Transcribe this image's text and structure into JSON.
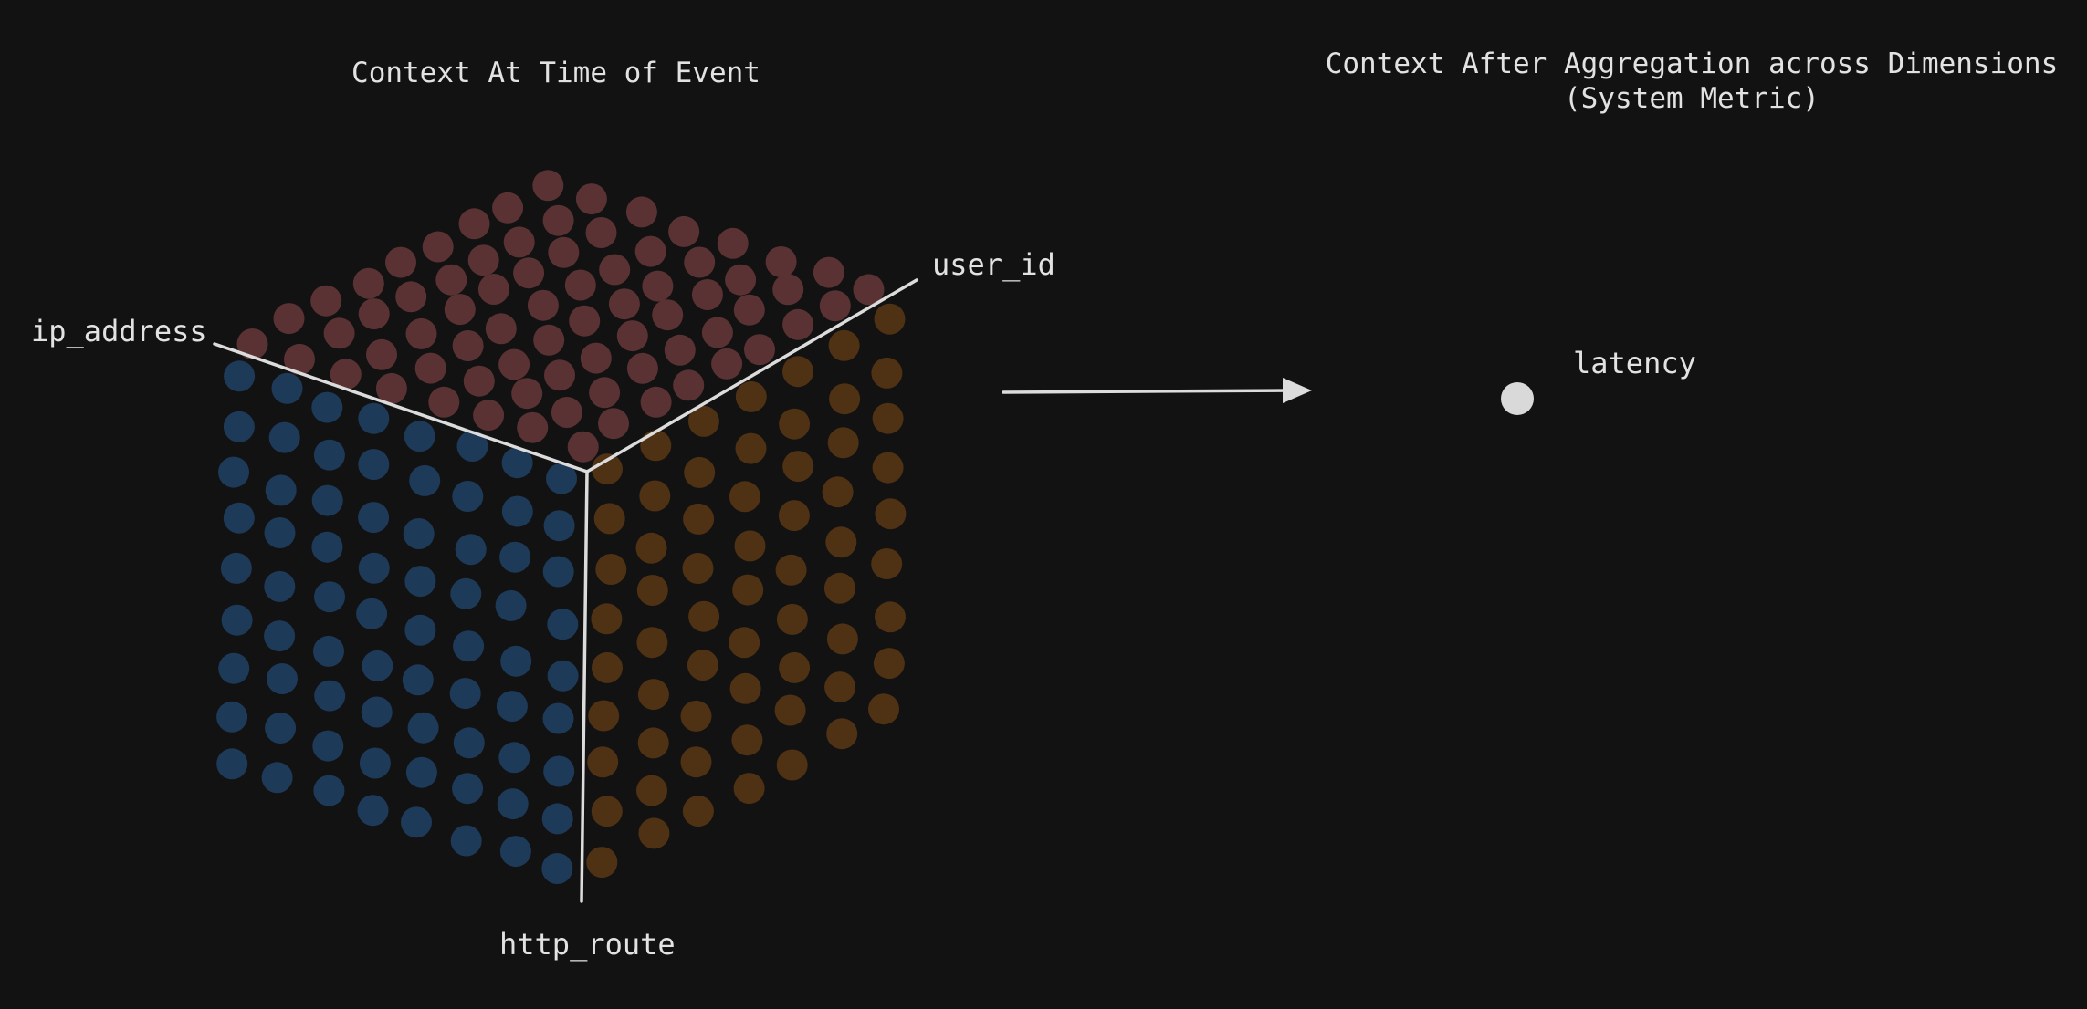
{
  "left_title": "Context At Time of Event",
  "right_title_line1": "Context After Aggregation across Dimensions",
  "right_title_line2": "(System Metric)",
  "axes": {
    "ip_address": "ip_address",
    "user_id": "user_id",
    "http_route": "http_route"
  },
  "metric_label": "latency",
  "colors": {
    "background": "#121212",
    "top_face_dots": "#5a3234",
    "left_face_dots": "#1e3a59",
    "right_face_dots": "#4f3114",
    "line": "#dcdcdc",
    "metric_dot": "#d9d9d9",
    "text": "#e2e2e2"
  }
}
